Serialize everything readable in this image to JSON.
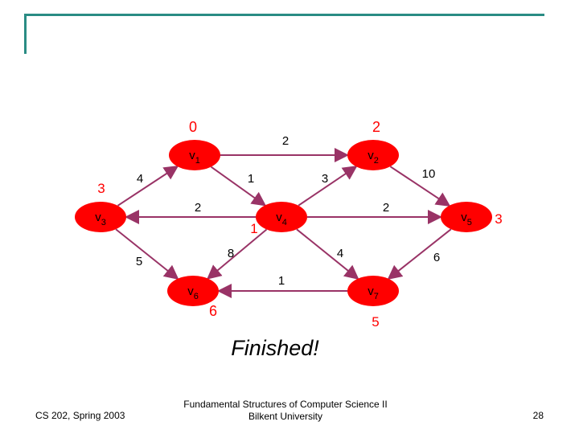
{
  "nodes": [
    {
      "id": "v1",
      "label": "v",
      "sub": "1",
      "dist": "0"
    },
    {
      "id": "v2",
      "label": "v",
      "sub": "2",
      "dist": "2"
    },
    {
      "id": "v3",
      "label": "v",
      "sub": "3",
      "dist": "3"
    },
    {
      "id": "v4",
      "label": "v",
      "sub": "4",
      "dist": "1"
    },
    {
      "id": "v5",
      "label": "v",
      "sub": "5",
      "dist": "3"
    },
    {
      "id": "v6",
      "label": "v",
      "sub": "6",
      "dist": "6"
    },
    {
      "id": "v7",
      "label": "v",
      "sub": "7",
      "dist": "5"
    }
  ],
  "edges": [
    {
      "from": "v1",
      "to": "v2",
      "weight": "2"
    },
    {
      "from": "v1",
      "to": "v4",
      "weight": "1"
    },
    {
      "from": "v3",
      "to": "v1",
      "weight": "4"
    },
    {
      "from": "v2",
      "to": "v5",
      "weight": "10"
    },
    {
      "from": "v4",
      "to": "v2",
      "weight": "3"
    },
    {
      "from": "v4",
      "to": "v3",
      "weight": "2"
    },
    {
      "from": "v4",
      "to": "v5",
      "weight": "2"
    },
    {
      "from": "v4",
      "to": "v6",
      "weight": "8"
    },
    {
      "from": "v4",
      "to": "v7",
      "weight": "4"
    },
    {
      "from": "v3",
      "to": "v6",
      "weight": "5"
    },
    {
      "from": "v5",
      "to": "v7",
      "weight": "6"
    },
    {
      "from": "v7",
      "to": "v6",
      "weight": "1"
    }
  ],
  "status": "Finished!",
  "colors": {
    "node": "#ff0000",
    "edge": "#993366",
    "distance": "#ff0000",
    "frame": "#2a8c84"
  },
  "footer": {
    "left": "CS 202, Spring 2003",
    "center_line1": "Fundamental Structures of Computer Science II",
    "center_line2": "Bilkent University",
    "page": "28"
  }
}
